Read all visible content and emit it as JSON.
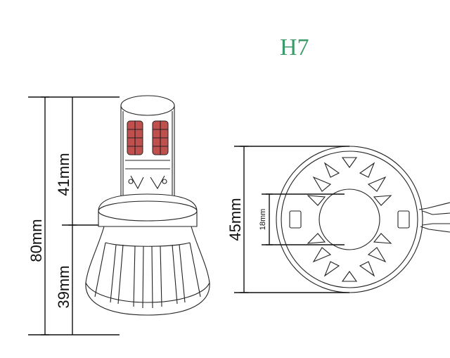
{
  "title": "H7",
  "colors": {
    "title": "#3c9a6a",
    "led_chip": "#c0504d",
    "outline": "#222222"
  },
  "dimensions": {
    "total_height": "80mm",
    "upper_height": "41mm",
    "lower_height": "39mm",
    "diameter": "45mm",
    "inner_diameter": "18mm"
  }
}
